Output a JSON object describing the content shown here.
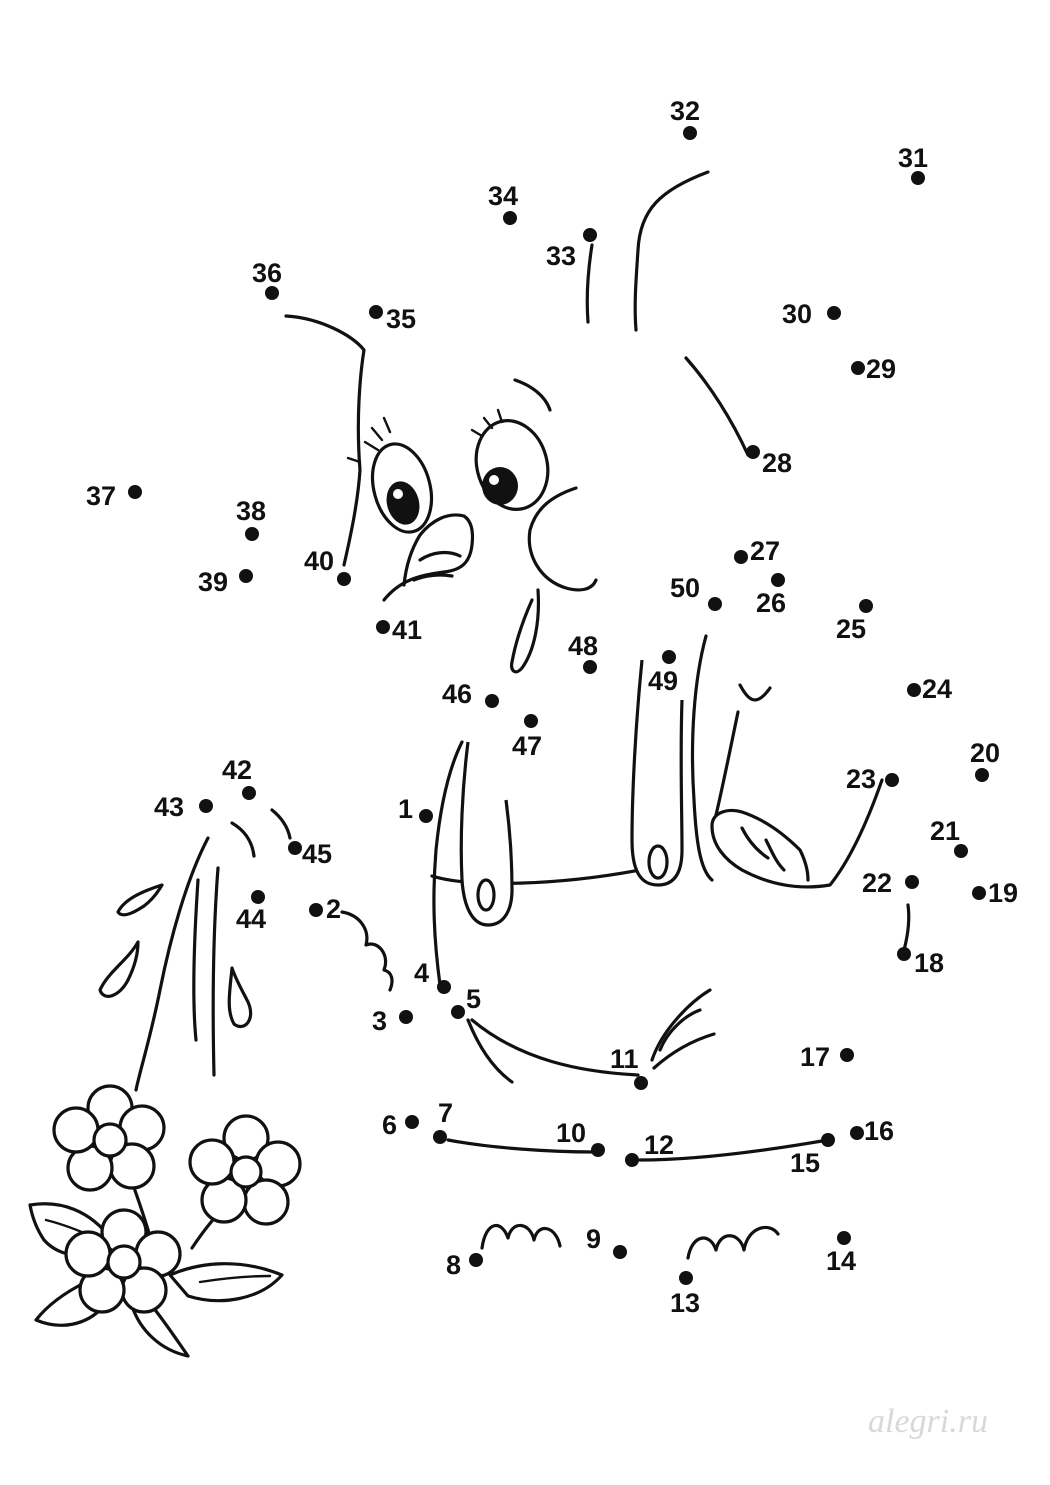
{
  "dots": [
    {
      "label": "1"
    },
    {
      "label": "2"
    },
    {
      "label": "3"
    },
    {
      "label": "4"
    },
    {
      "label": "5"
    },
    {
      "label": "6"
    },
    {
      "label": "7"
    },
    {
      "label": "8"
    },
    {
      "label": "9"
    },
    {
      "label": "10"
    },
    {
      "label": "11"
    },
    {
      "label": "12"
    },
    {
      "label": "13"
    },
    {
      "label": "14"
    },
    {
      "label": "15"
    },
    {
      "label": "16"
    },
    {
      "label": "17"
    },
    {
      "label": "18"
    },
    {
      "label": "19"
    },
    {
      "label": "20"
    },
    {
      "label": "21"
    },
    {
      "label": "22"
    },
    {
      "label": "23"
    },
    {
      "label": "24"
    },
    {
      "label": "25"
    },
    {
      "label": "26"
    },
    {
      "label": "27"
    },
    {
      "label": "28"
    },
    {
      "label": "29"
    },
    {
      "label": "30"
    },
    {
      "label": "31"
    },
    {
      "label": "32"
    },
    {
      "label": "33"
    },
    {
      "label": "34"
    },
    {
      "label": "35"
    },
    {
      "label": "36"
    },
    {
      "label": "37"
    },
    {
      "label": "38"
    },
    {
      "label": "39"
    },
    {
      "label": "40"
    },
    {
      "label": "41"
    },
    {
      "label": "42"
    },
    {
      "label": "43"
    },
    {
      "label": "44"
    },
    {
      "label": "45"
    },
    {
      "label": "46"
    },
    {
      "label": "47"
    },
    {
      "label": "48"
    },
    {
      "label": "49"
    },
    {
      "label": "50"
    }
  ],
  "watermark": "alegri.ru",
  "colors": {
    "ink": "#111111",
    "paper": "#ffffff",
    "watermark": "#d8d8d8"
  }
}
